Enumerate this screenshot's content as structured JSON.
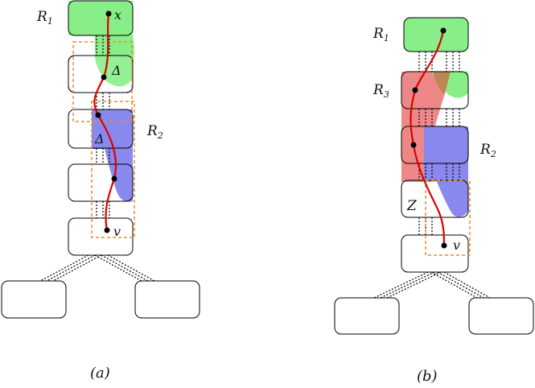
{
  "diagram_a": {
    "caption": "(a)",
    "label_r1": {
      "main": "R",
      "sub": "1"
    },
    "label_r2": {
      "main": "R",
      "sub": "2"
    },
    "node_x": "x",
    "node_delta_1": "Δ",
    "node_delta_2": "Δ",
    "node_v": "v"
  },
  "diagram_b": {
    "caption": "(b)",
    "label_r1": {
      "main": "R",
      "sub": "1"
    },
    "label_r3": {
      "main": "R",
      "sub": "3"
    },
    "label_r2": {
      "main": "R",
      "sub": "2"
    },
    "node_z": "Z",
    "node_v": "v"
  },
  "colors": {
    "green": "#88ee88",
    "blue": "#8888ee",
    "red": "#ee8888",
    "path": "#dd0000",
    "dashed": "#ee8833"
  }
}
